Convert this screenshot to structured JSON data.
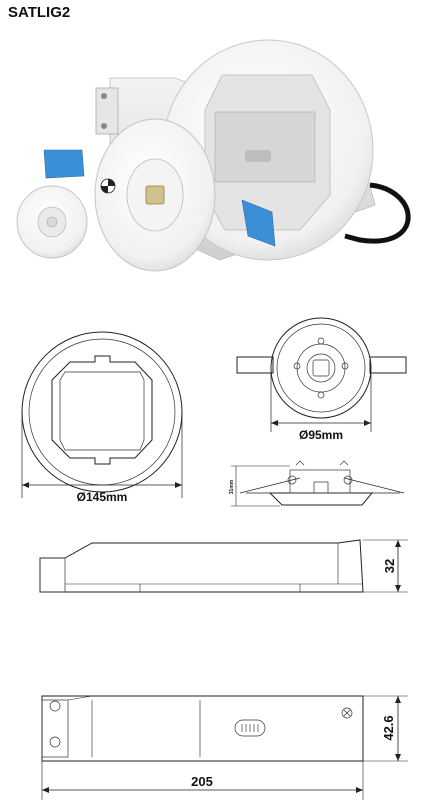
{
  "title": "SATLIG2",
  "dimensions": {
    "large_ring_diameter": "Ø145mm",
    "small_ring_diameter": "Ø95mm",
    "depth_label": "31mm",
    "driver_height": "32",
    "driver_width": "42.6",
    "driver_length": "205"
  },
  "colors": {
    "blue_clip": "#3b8fd6",
    "line": "#222222"
  }
}
